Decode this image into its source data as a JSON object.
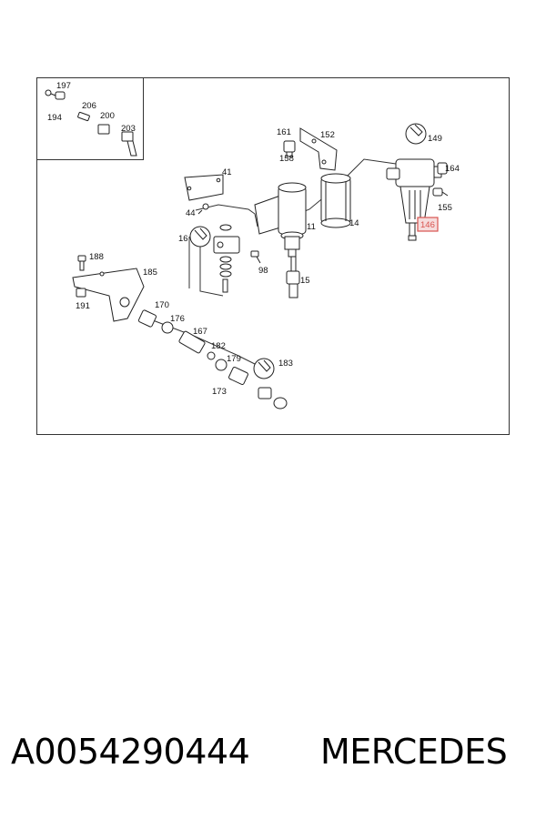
{
  "diagram": {
    "callouts": [
      "197",
      "194",
      "206",
      "200",
      "203",
      "161",
      "152",
      "158",
      "149",
      "164",
      "41",
      "155",
      "44",
      "11",
      "14",
      "146",
      "16",
      "98",
      "188",
      "185",
      "15",
      "191",
      "170",
      "176",
      "167",
      "182",
      "179",
      "183",
      "173"
    ],
    "highlighted_callout": "146",
    "highlight_color": "#d9534f"
  },
  "footer": {
    "part_number": "A0054290444",
    "brand": "MERCEDES"
  }
}
